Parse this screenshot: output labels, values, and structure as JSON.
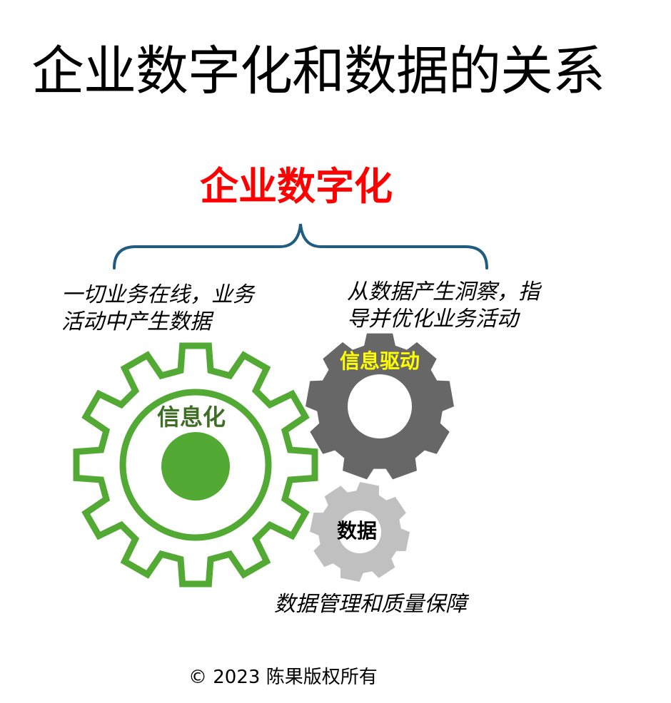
{
  "title": "企业数字化和数据的关系",
  "heading": {
    "text": "企业数字化",
    "color": "#ff0000"
  },
  "descriptions": {
    "left": [
      "一切业务在线，业务",
      "活动中产生数据"
    ],
    "right": [
      "从数据产生洞察，指",
      "导并优化业务活动"
    ],
    "bottom": "数据管理和质量保障"
  },
  "gears": {
    "informatization": {
      "label": "信息化",
      "color": "#52a933",
      "label_color": "#3e6e24"
    },
    "info_driven": {
      "label": "信息驱动",
      "color": "#676767",
      "label_color": "#ffff00"
    },
    "data": {
      "label": "数据",
      "color": "#c0c0c0",
      "label_color": "#000000"
    }
  },
  "brace_color": "#1f5c80",
  "copyright": "© 2023 陈果版权所有"
}
